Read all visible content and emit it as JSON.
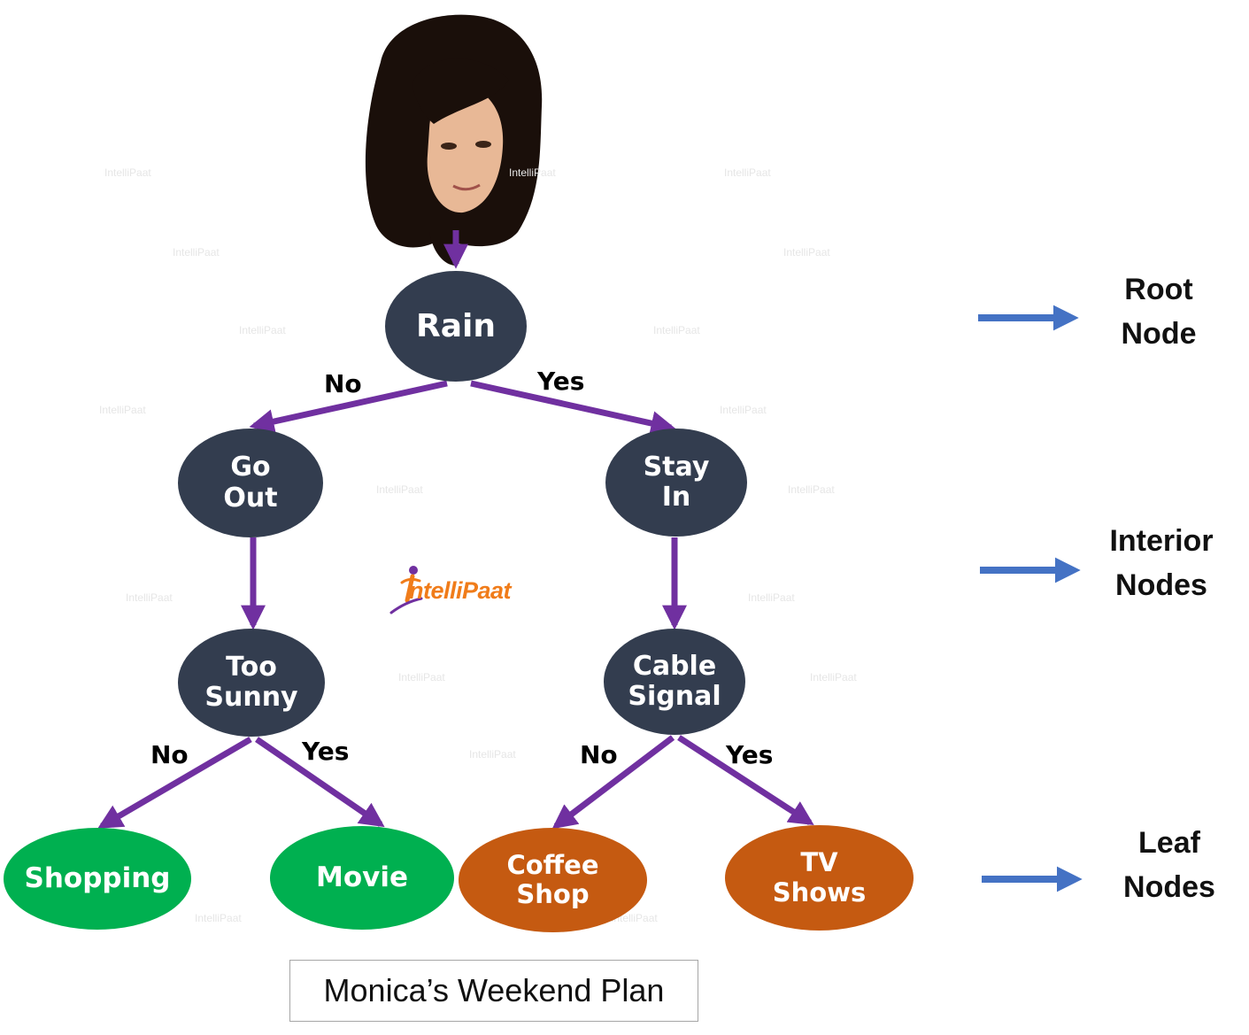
{
  "nodes": {
    "rain": "Rain",
    "go_out": "Go\nOut",
    "stay_in": "Stay\nIn",
    "too_sunny": "Too\nSunny",
    "cable_signal": "Cable\nSignal",
    "shopping": "Shopping",
    "movie": "Movie",
    "coffee_shop": "Coffee\nShop",
    "tv_shows": "TV\nShows"
  },
  "edge_labels": {
    "rain_no": "No",
    "rain_yes": "Yes",
    "sunny_no": "No",
    "sunny_yes": "Yes",
    "cable_no": "No",
    "cable_yes": "Yes"
  },
  "legend": {
    "root": [
      "Root",
      "Node"
    ],
    "interior": [
      "Interior",
      "Nodes"
    ],
    "leaf": [
      "Leaf",
      "Nodes"
    ]
  },
  "caption": "Monica’s Weekend Plan",
  "logo": {
    "text": "ntelliPaat"
  },
  "watermark_text": "IntelliPaat",
  "colors": {
    "internal_node": "#333d4f",
    "leaf_green": "#00b050",
    "leaf_orange": "#c55a11",
    "edge": "#7030a0",
    "legend_arrow": "#4472c4",
    "logo_orange": "#f07c1a",
    "logo_purple": "#7030a0"
  },
  "icons": {
    "portrait": "woman-portrait-icon",
    "logo_figure": "intellipaat-figure-icon"
  }
}
